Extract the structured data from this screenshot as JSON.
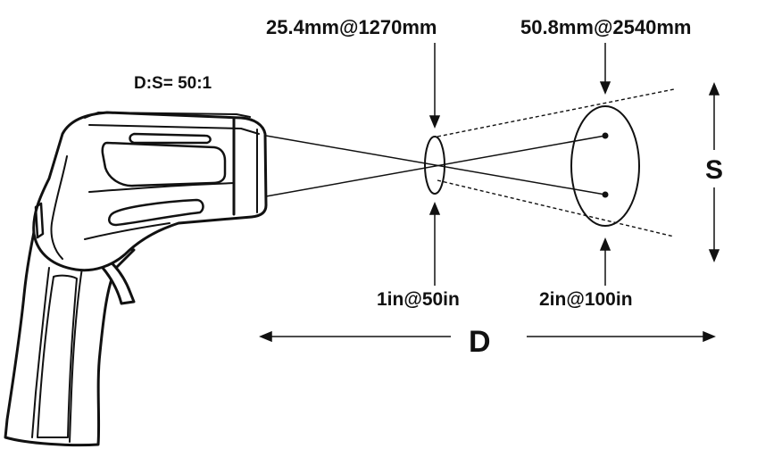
{
  "diagram": {
    "ratio_label": "D:S= 50:1",
    "near_spot_mm": "25.4mm@1270mm",
    "far_spot_mm": "50.8mm@2540mm",
    "near_spot_in": "1in@50in",
    "far_spot_in": "2in@100in",
    "distance_label": "D",
    "spot_size_label": "S"
  }
}
